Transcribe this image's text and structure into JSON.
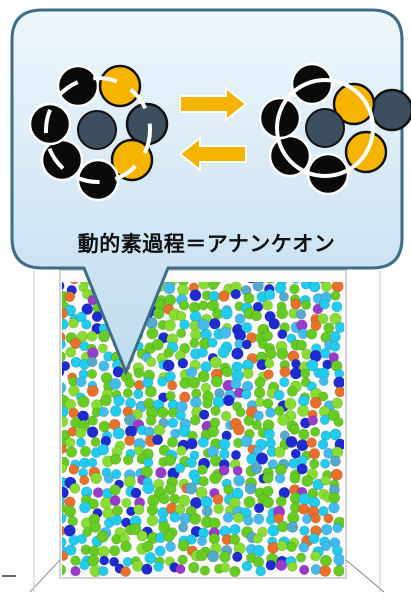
{
  "bubble": {
    "caption": "動的素過程＝アナンケオン"
  },
  "colors": {
    "bubble_fill_top": "#e9f3fa",
    "bubble_fill_bottom": "#c5e1f2",
    "bubble_stroke": "#3e6d8a",
    "particle_black": "#0a0a0a",
    "particle_orange": "#f4b400",
    "particle_center": "#3d4e5e",
    "arrow_orange": "#f4b400",
    "circle_white": "#ffffff"
  },
  "icons": [
    "rearrange-diagram-left",
    "rearrange-diagram-right",
    "forward-arrow-icon",
    "backward-arrow-icon"
  ],
  "simulation": {
    "particle_colors": [
      "#66cc22",
      "#88dd33",
      "#22ccee",
      "#44bbee",
      "#1e2bd0",
      "#e8702a",
      "#9a3ac8",
      "#55aacc"
    ],
    "particle_color_weights": [
      30,
      15,
      22,
      10,
      9,
      8,
      3,
      3
    ]
  }
}
